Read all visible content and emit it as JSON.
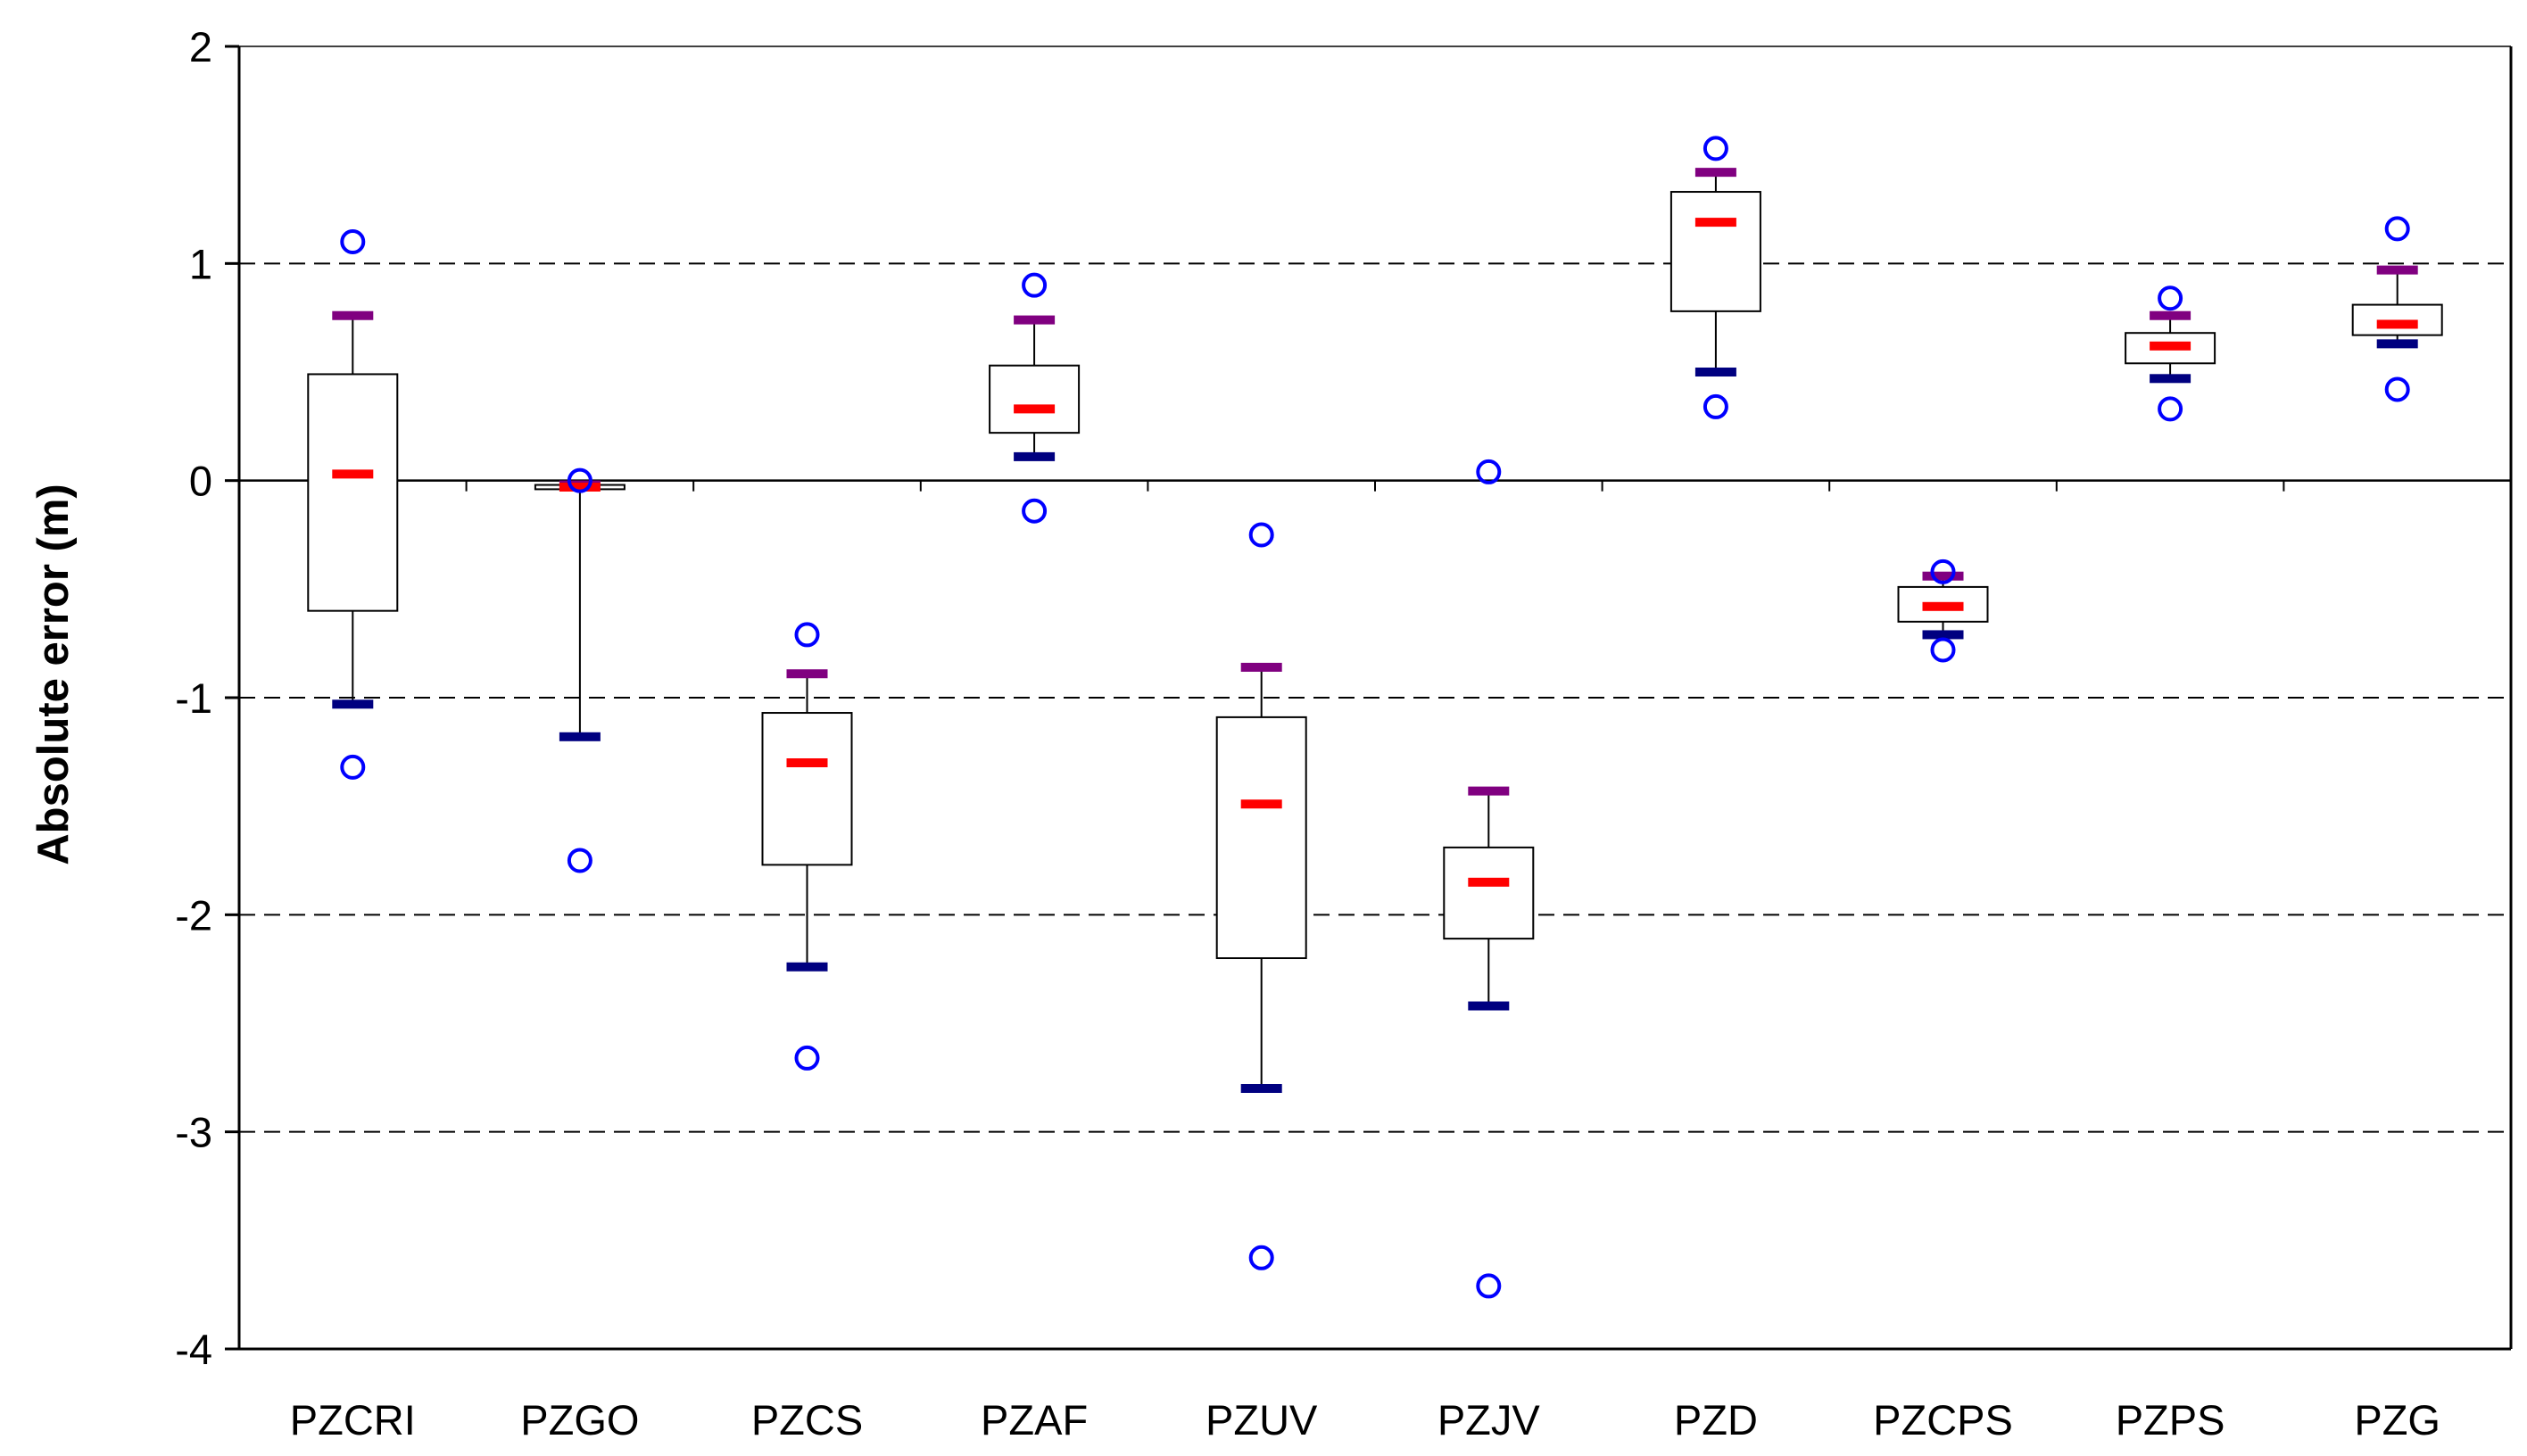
{
  "chart_data": {
    "type": "box",
    "title": "",
    "xlabel": "",
    "ylabel": "Absolute error (m)",
    "ylim": [
      -4,
      2
    ],
    "yticks": [
      -4,
      -3,
      -2,
      -1,
      0,
      1,
      2
    ],
    "ytick_labels": [
      "-4",
      "-3",
      "-2",
      "-1",
      "0",
      "1",
      "2"
    ],
    "dashed_gridlines": [
      1,
      -1,
      -2,
      -3
    ],
    "zero_line": 0,
    "categories": [
      "PZCRI",
      "PZGO",
      "PZCS",
      "PZAF",
      "PZUV",
      "PZJV",
      "PZD",
      "PZCPS",
      "PZPS",
      "PZG"
    ],
    "boxes": [
      {
        "q1": -0.6,
        "q3": 0.49,
        "median": 0.03,
        "whisker_low": -1.03,
        "whisker_high": 0.76,
        "outliers": [
          1.1,
          -1.32
        ]
      },
      {
        "q1": -0.04,
        "q3": -0.02,
        "median": -0.03,
        "whisker_low": -1.18,
        "whisker_high": -0.02,
        "outliers": [
          0.0,
          -1.75
        ]
      },
      {
        "q1": -1.77,
        "q3": -1.07,
        "median": -1.3,
        "whisker_low": -2.24,
        "whisker_high": -0.89,
        "outliers": [
          -0.71,
          -2.66
        ]
      },
      {
        "q1": 0.22,
        "q3": 0.53,
        "median": 0.33,
        "whisker_low": 0.11,
        "whisker_high": 0.74,
        "outliers": [
          0.9,
          -0.14
        ]
      },
      {
        "q1": -2.2,
        "q3": -1.09,
        "median": -1.49,
        "whisker_low": -2.8,
        "whisker_high": -0.86,
        "outliers": [
          -0.25,
          -3.58
        ]
      },
      {
        "q1": -2.11,
        "q3": -1.69,
        "median": -1.85,
        "whisker_low": -2.42,
        "whisker_high": -1.43,
        "outliers": [
          0.04,
          -3.71
        ]
      },
      {
        "q1": 0.78,
        "q3": 1.33,
        "median": 1.19,
        "whisker_low": 0.5,
        "whisker_high": 1.42,
        "outliers": [
          1.53,
          0.34
        ]
      },
      {
        "q1": -0.65,
        "q3": -0.49,
        "median": -0.58,
        "whisker_low": -0.71,
        "whisker_high": -0.44,
        "outliers": [
          -0.42,
          -0.78
        ]
      },
      {
        "q1": 0.54,
        "q3": 0.68,
        "median": 0.62,
        "whisker_low": 0.47,
        "whisker_high": 0.76,
        "outliers": [
          0.84,
          0.33
        ]
      },
      {
        "q1": 0.67,
        "q3": 0.81,
        "median": 0.72,
        "whisker_low": 0.63,
        "whisker_high": 0.97,
        "outliers": [
          1.16,
          0.42
        ]
      }
    ],
    "colors": {
      "median": "#ff0000",
      "max_marker": "#800080",
      "min_marker": "#000080",
      "outlier": "#0000ff",
      "box_fill": "#ffffff",
      "box_stroke": "#000000",
      "grid": "#000000"
    },
    "grid": true,
    "legend": "none"
  }
}
